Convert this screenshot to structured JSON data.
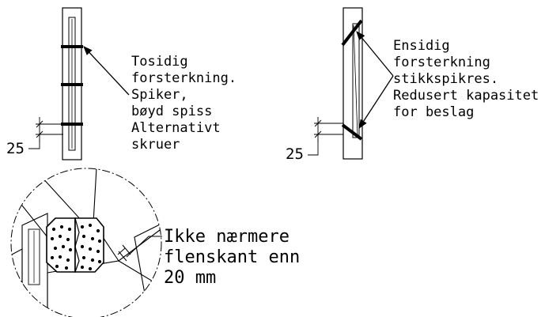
{
  "colors": {
    "ink": "#000000",
    "background": "#ffffff"
  },
  "left_detail": {
    "label_lines": [
      "Tosidig",
      "forsterkning.",
      "Spiker,",
      "bøyd spiss",
      "Alternativt",
      "skruer"
    ],
    "dimension": "25"
  },
  "right_detail": {
    "label_lines": [
      "Ensidig",
      "forsterkning",
      "stikkspikres.",
      "Redusert kapasitet",
      "for beslag"
    ],
    "dimension": "25"
  },
  "bottom_detail": {
    "label_lines": [
      "Ikke nærmere",
      "flenskant enn",
      "20 mm"
    ]
  }
}
